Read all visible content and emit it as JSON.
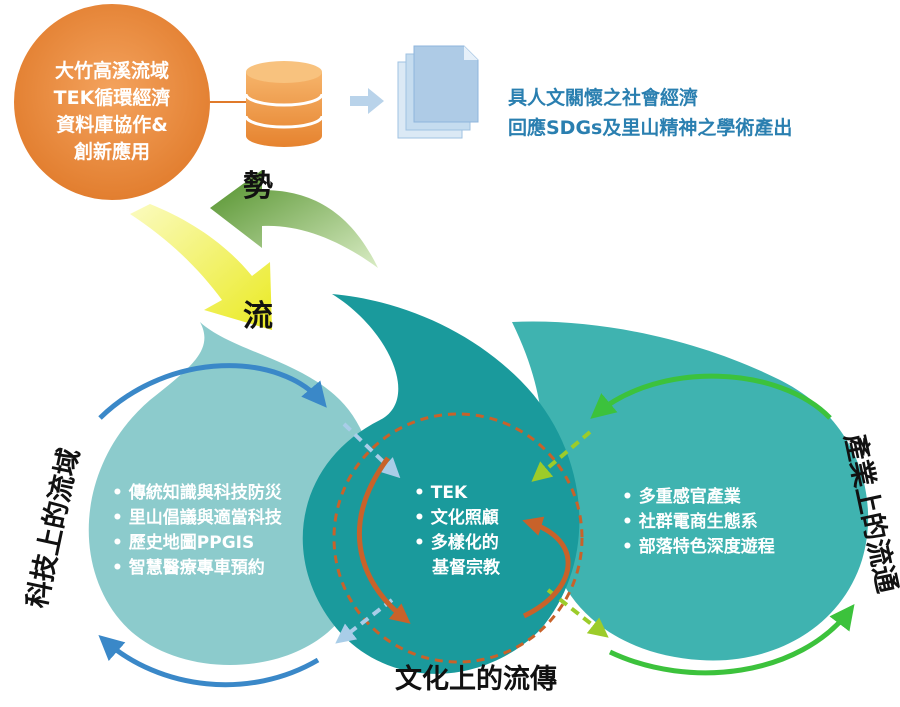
{
  "hub": {
    "lines": [
      "大竹高溪流域",
      "TEK循環經濟",
      "資料庫協作&",
      "創新應用"
    ]
  },
  "output": {
    "lines": [
      "具人文關懷之社會經濟",
      "回應SDGs及里山精神之學術產出"
    ]
  },
  "verbs": {
    "shi": "勢",
    "liu": "流"
  },
  "tech": {
    "label": "科技上的流域",
    "items": [
      "傳統知識與科技防災",
      "里山倡議與適當科技",
      "歷史地圖PPGIS",
      "智慧醫療專車預約"
    ]
  },
  "culture": {
    "label": "文化上的流傳",
    "items": [
      "TEK",
      "文化照顧",
      "多樣化的",
      "基督宗教"
    ]
  },
  "industry": {
    "label": "產業上的流通",
    "items": [
      "多重感官產業",
      "社群電商生態系",
      "部落特色深度遊程"
    ]
  },
  "colors": {
    "hub_orange": "#e8893a",
    "db_orange": "#f0a050",
    "doc_blue": "#c5dcef",
    "out_text": "#2a7fb0",
    "tech_drop": "#8ccbcc",
    "culture_drop": "#1a9a9c",
    "industry_drop": "#3fb3b0",
    "blue_arrow": "#3a88c8",
    "green_arrow": "#3cc23c",
    "brown_arrow": "#c8622a",
    "yellow_arrow": "#f2f04a",
    "green_big_arrow": "#5c9a2e"
  }
}
